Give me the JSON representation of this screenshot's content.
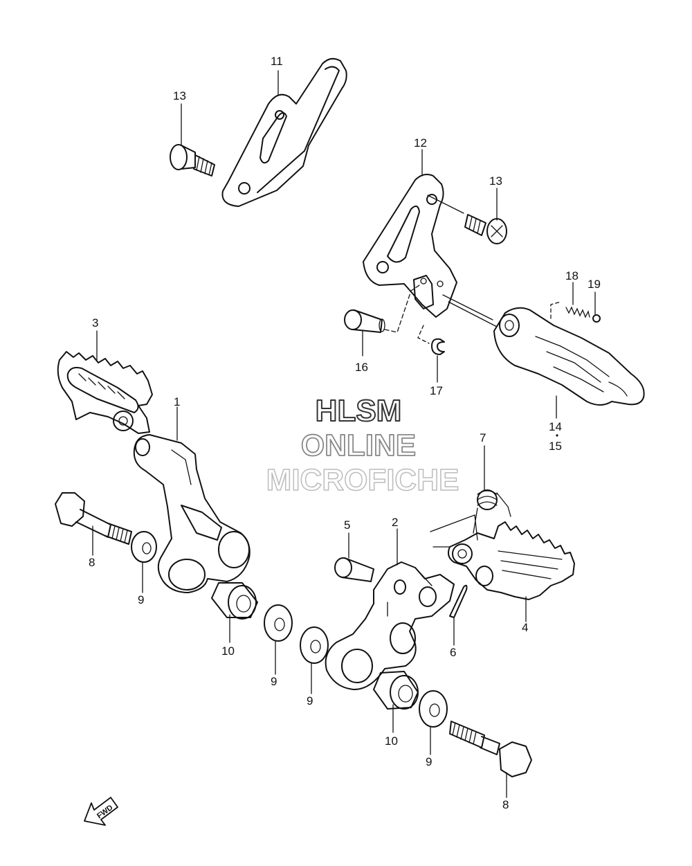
{
  "callouts": {
    "p1": "1",
    "p2": "2",
    "p3": "3",
    "p4": "4",
    "p5": "5",
    "p6": "6",
    "p7": "7",
    "p8a": "8",
    "p8b": "8",
    "p9a": "9",
    "p9b": "9",
    "p9c": "9",
    "p9d": "9",
    "p10a": "10",
    "p10b": "10",
    "p11": "11",
    "p12": "12",
    "p13a": "13",
    "p13b": "13",
    "p14": "14",
    "p15": "15",
    "p16": "16",
    "p17": "17",
    "p18": "18",
    "p19": "19"
  },
  "watermark": {
    "line1": "HLSM",
    "line2": "ONLINE",
    "line3": "MICROFICHE"
  },
  "fwd_label": "FWD"
}
